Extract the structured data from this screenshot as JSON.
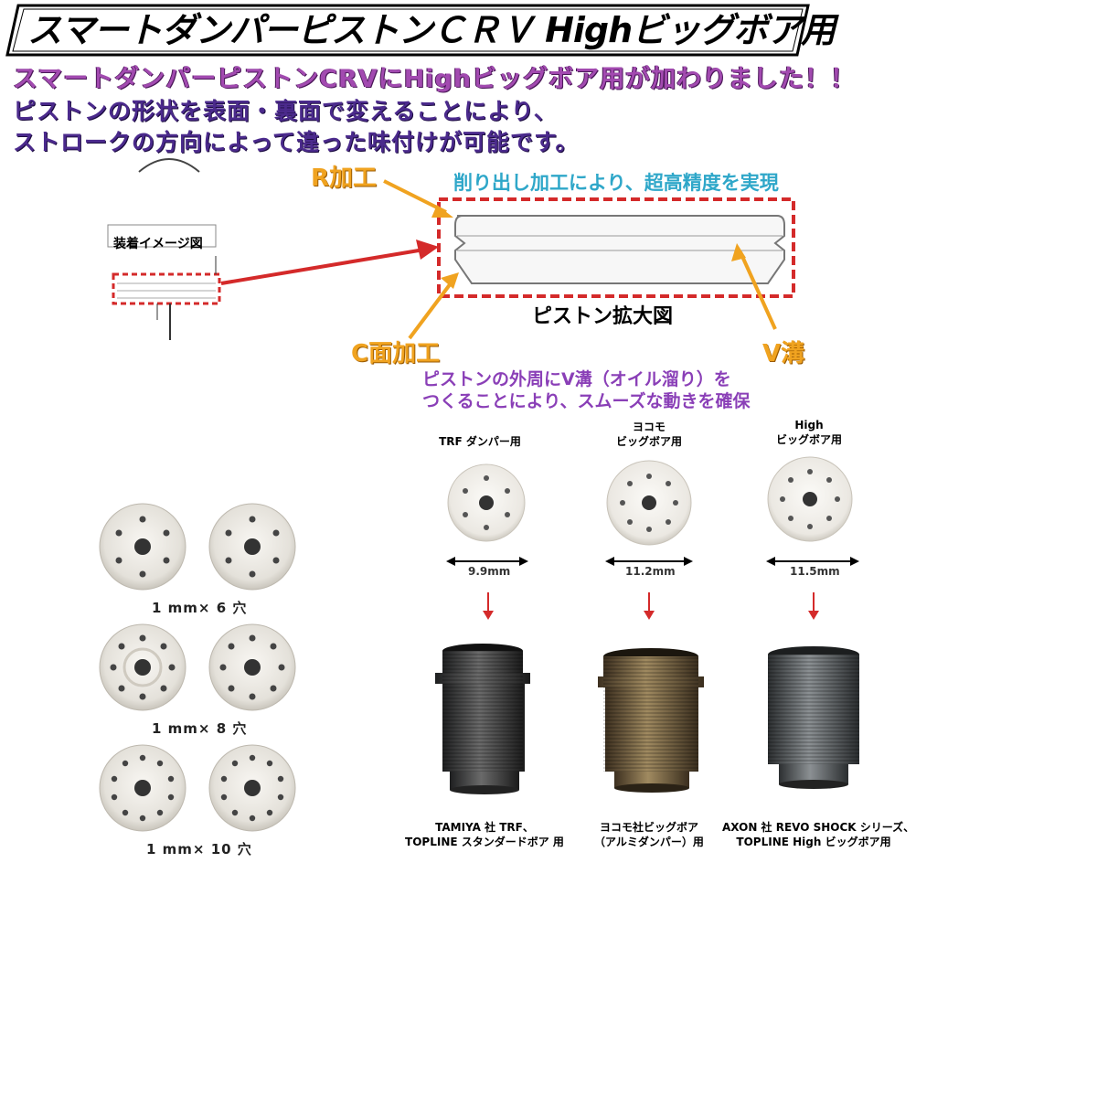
{
  "title": "スマートダンパーピストンＣＲＶ Highビッグボア用",
  "intro": {
    "line1": "スマートダンパーピストンCRVにHighビッグボア用が加わりました！！",
    "line2": "ピストンの形状を表面・裏面で変えることにより、",
    "line3": "ストロークの方向によって違った味付けが可能です。"
  },
  "diagram": {
    "mount_label": "装着イメージ図",
    "r_label": "R加工",
    "precision_note": "削り出し加工により、超高精度を実現",
    "enlarged_label": "ピストン拡大図",
    "c_label": "C面加工",
    "v_label": "V溝",
    "groove_note_1": "ピストンの外周にV溝（オイル溜り）を",
    "groove_note_2": "つくることにより、スムーズな動きを確保",
    "accent_red": "#d42a2a",
    "accent_orange": "#f0a320"
  },
  "hole_variants": [
    {
      "label": "1 mm× 6 穴",
      "holes": 6
    },
    {
      "label": "1 mm× 8 穴",
      "holes": 8
    },
    {
      "label": "1 mm× 10 穴",
      "holes": 10
    }
  ],
  "compatibility": [
    {
      "header1": "TRF ダンパー用",
      "header2": "",
      "size": "9.9mm",
      "body_caption1": "TAMIYA 社 TRF、",
      "body_caption2": "TOPLINE スタンダードボア 用",
      "body_color": "#3a3a3a"
    },
    {
      "header1": "ヨコモ",
      "header2": "ビッグボア用",
      "size": "11.2mm",
      "body_caption1": "ヨコモ社ビッグボア",
      "body_caption2": "（アルミダンパー）用",
      "body_color": "#6b5a3a"
    },
    {
      "header1": "High",
      "header2": "ビッグボア用",
      "size": "11.5mm",
      "body_caption1": "AXON 社 REVO SHOCK シリーズ、",
      "body_caption2": "TOPLINE High ビッグボア用",
      "body_color": "#555a5e"
    }
  ]
}
